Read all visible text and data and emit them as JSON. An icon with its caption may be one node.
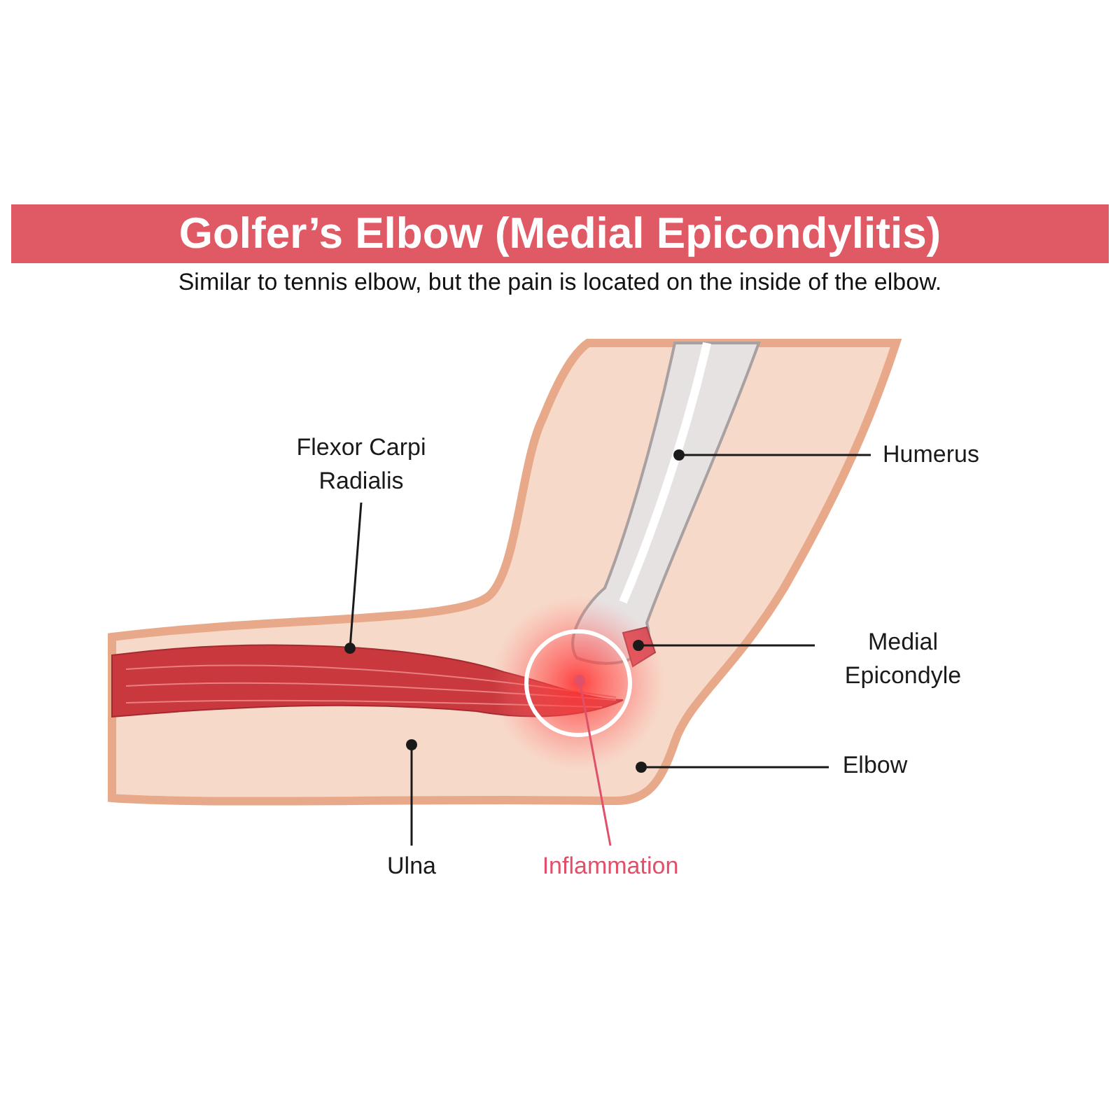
{
  "diagram": {
    "title": "Golfer’s Elbow (Medial Epicondylitis)",
    "nodes": [
      {
        "text": [
          "Flexor Carpi Radialis"
        ]
      },
      {
        "text": [
          "Humerus"
        ]
      },
      {
        "text": [
          "Medial Epicondyle"
        ]
      },
      {
        "text": [
          "Elbow"
        ]
      },
      {
        "text": [
          "Ulna"
        ]
      },
      {
        "text": [
          "Inflammation"
        ]
      }
    ],
    "edges": [
      {
        "from": 0,
        "to": null,
        "arrow": "other"
      },
      {
        "from": 1,
        "to": null,
        "arrow": "other"
      },
      {
        "from": 2,
        "to": null,
        "arrow": "other"
      },
      {
        "from": 3,
        "to": null,
        "arrow": "other"
      },
      {
        "from": 4,
        "to": null,
        "arrow": "other"
      },
      {
        "from": 5,
        "to": null,
        "arrow": "other",
        "color": "#e0506a"
      }
    ],
    "labels": [
      "Similar to tennis elbow, but the pain is located on the inside of the elbow."
    ]
  }
}
